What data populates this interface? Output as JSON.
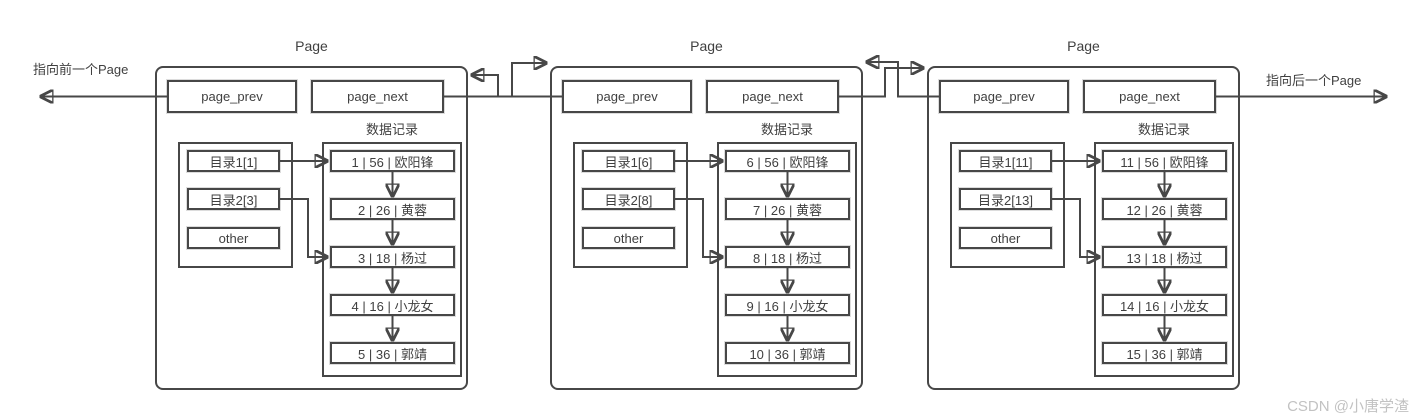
{
  "annotations": {
    "prev_pointer": "指向前一个Page",
    "next_pointer": "指向后一个Page"
  },
  "watermark": "CSDN @小唐学渣",
  "colors": {
    "line": "#474747",
    "text": "#404040",
    "watermark": "#c2c2c2",
    "background": "#ffffff"
  },
  "pages": [
    {
      "title": "Page",
      "prev": "page_prev",
      "next": "page_next",
      "records_label": "数据记录",
      "dirs": [
        "目录1[1]",
        "目录2[3]",
        "other"
      ],
      "records": [
        "1 | 56 | 欧阳锋",
        "2 | 26 | 黄蓉",
        "3 | 18 | 杨过",
        "4 | 16 | 小龙女",
        "5 | 36 | 郭靖"
      ]
    },
    {
      "title": "Page",
      "prev": "page_prev",
      "next": "page_next",
      "records_label": "数据记录",
      "dirs": [
        "目录1[6]",
        "目录2[8]",
        "other"
      ],
      "records": [
        "6 | 56 | 欧阳锋",
        "7 | 26 | 黄蓉",
        "8 | 18 | 杨过",
        "9 | 16 | 小龙女",
        "10 | 36 | 郭靖"
      ]
    },
    {
      "title": "Page",
      "prev": "page_prev",
      "next": "page_next",
      "records_label": "数据记录",
      "dirs": [
        "目录1[11]",
        "目录2[13]",
        "other"
      ],
      "records": [
        "11 | 56 | 欧阳锋",
        "12 | 26 | 黄蓉",
        "13 | 18 | 杨过",
        "14 | 16 | 小龙女",
        "15 | 36 | 郭靖"
      ]
    }
  ]
}
